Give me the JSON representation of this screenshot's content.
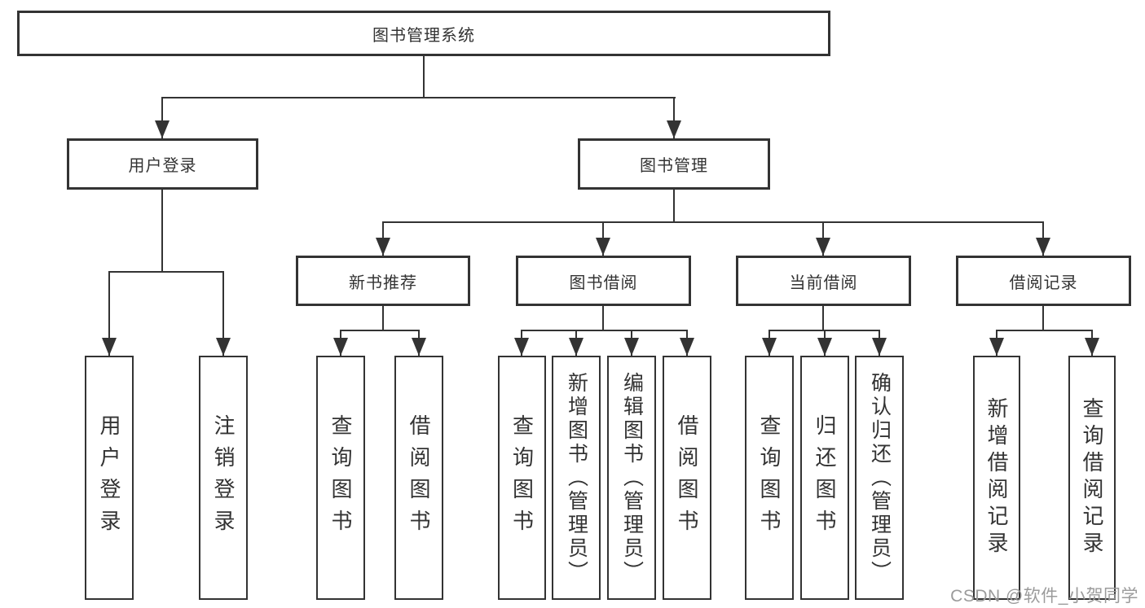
{
  "tree": {
    "root": {
      "label": "图书管理系统"
    },
    "branches": [
      {
        "label": "用户登录",
        "children": [
          {
            "label": "用户登录"
          },
          {
            "label": "注销登录"
          }
        ]
      },
      {
        "label": "图书管理",
        "children": [
          {
            "label": "新书推荐",
            "children": [
              {
                "label": "查询图书"
              },
              {
                "label": "借阅图书"
              }
            ]
          },
          {
            "label": "图书借阅",
            "children": [
              {
                "label": "查询图书"
              },
              {
                "label": "新增图书（管理员）"
              },
              {
                "label": "编辑图书（管理员）"
              },
              {
                "label": "借阅图书"
              }
            ]
          },
          {
            "label": "当前借阅",
            "children": [
              {
                "label": "查询图书"
              },
              {
                "label": "归还图书"
              },
              {
                "label": "确认归还（管理员）"
              }
            ]
          },
          {
            "label": "借阅记录",
            "children": [
              {
                "label": "新增借阅记录"
              },
              {
                "label": "查询借阅记录"
              }
            ]
          }
        ]
      }
    ]
  },
  "watermark": "CSDN @软件_小贺同学",
  "colors": {
    "line": "#333333",
    "text": "#333333",
    "watermark_text": "#9b9b9b",
    "background": "#ffffff"
  }
}
